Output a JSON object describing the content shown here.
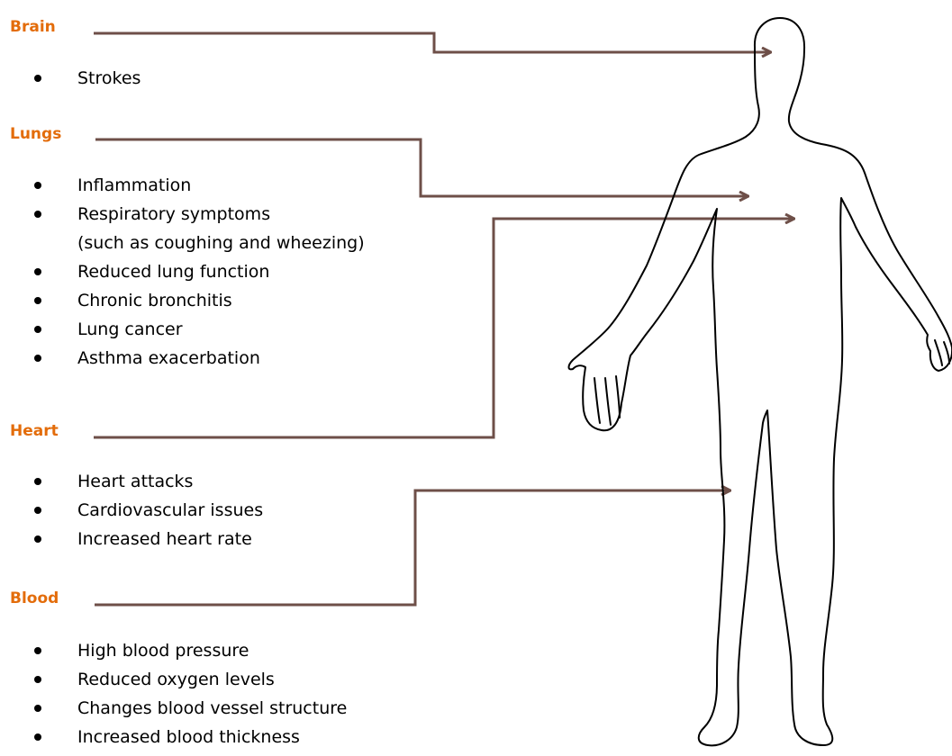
{
  "colors": {
    "heading": "#e36c0a",
    "connector": "#6e4f48",
    "text": "#000000"
  },
  "sections": [
    {
      "id": "brain",
      "title": "Brain",
      "items": [
        "Strokes"
      ]
    },
    {
      "id": "lungs",
      "title": "Lungs",
      "items": [
        "Inflammation",
        "Respiratory symptoms",
        "(such as coughing and wheezing)",
        "Reduced lung function",
        "Chronic bronchitis",
        "Lung cancer",
        "Asthma exacerbation"
      ]
    },
    {
      "id": "heart",
      "title": "Heart",
      "items": [
        "Heart attacks",
        "Cardiovascular issues",
        "Increased heart rate"
      ]
    },
    {
      "id": "blood",
      "title": "Blood",
      "items": [
        "High blood pressure",
        "Reduced oxygen levels",
        "Changes blood vessel structure",
        "Increased blood thickness"
      ]
    }
  ]
}
